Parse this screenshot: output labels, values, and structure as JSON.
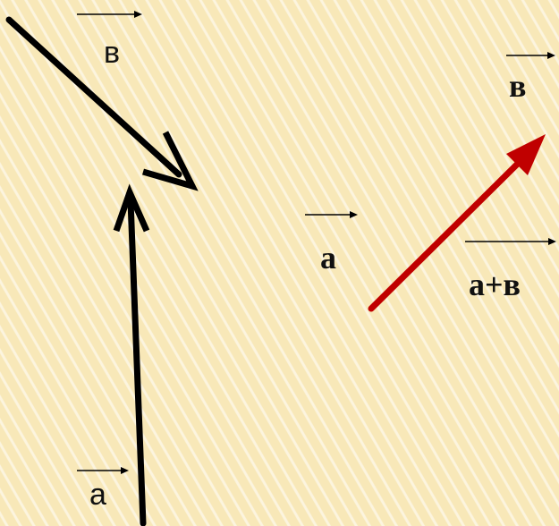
{
  "labels": {
    "left_b": "в",
    "left_a": "a",
    "middle_a": "a",
    "right_b": "в",
    "sum": "a+в"
  },
  "colors": {
    "black_vectors": "#000000",
    "sum_vector": "#c00000",
    "background": "#f8e8b8"
  }
}
